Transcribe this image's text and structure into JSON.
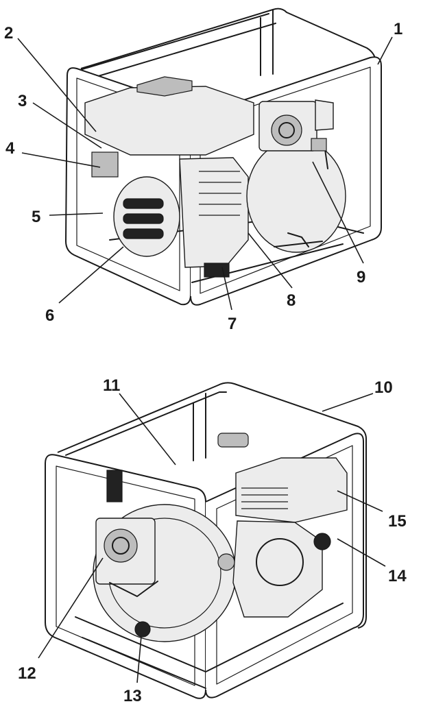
{
  "figure_top": {
    "callouts": [
      {
        "num": "1"
      },
      {
        "num": "2"
      },
      {
        "num": "3"
      },
      {
        "num": "4"
      },
      {
        "num": "5"
      },
      {
        "num": "6"
      },
      {
        "num": "7"
      },
      {
        "num": "8"
      },
      {
        "num": "9"
      }
    ]
  },
  "figure_bottom": {
    "callouts": [
      {
        "num": "10"
      },
      {
        "num": "11"
      },
      {
        "num": "12"
      },
      {
        "num": "13"
      },
      {
        "num": "14"
      },
      {
        "num": "15"
      }
    ]
  },
  "colors": {
    "ink": "#1a1a1a",
    "background": "#ffffff",
    "shade": "#bdbdbd"
  }
}
